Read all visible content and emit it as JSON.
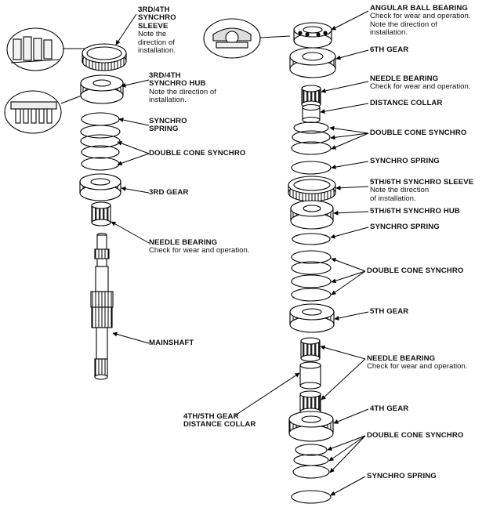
{
  "left": {
    "sleeve": {
      "title": [
        "3RD/4TH",
        "SYNCHRO",
        "SLEEVE"
      ],
      "note": [
        "Note the",
        "direction of",
        "installation."
      ]
    },
    "hub": {
      "title": [
        "3RD/4TH",
        "SYNCHRO HUB"
      ],
      "note": [
        "Note the direction of",
        "installation."
      ]
    },
    "spring": {
      "title": [
        "SYNCHRO",
        "SPRING"
      ]
    },
    "double_cone": {
      "title": "DOUBLE CONE SYNCHRO"
    },
    "gear3": {
      "title": "3RD GEAR"
    },
    "needle": {
      "title": "NEEDLE BEARING",
      "note": "Check for wear and operation."
    },
    "mainshaft": {
      "title": "MAINSHAFT"
    }
  },
  "right": {
    "ball_bearing": {
      "title": "ANGULAR BALL BEARING",
      "note": [
        "Check for wear and operation.",
        "Note the direction of",
        "installation."
      ]
    },
    "gear6": {
      "title": "6TH GEAR"
    },
    "needle1": {
      "title": "NEEDLE BEARING",
      "note": "Check for wear and operation."
    },
    "collar": {
      "title": "DISTANCE COLLAR"
    },
    "double_cone1": {
      "title": "DOUBLE CONE SYNCHRO"
    },
    "spring1": {
      "title": "SYNCHRO SPRING"
    },
    "sleeve56": {
      "title": "5TH/6TH SYNCHRO SLEEVE",
      "note": [
        "Note the direction",
        "of installation."
      ]
    },
    "hub56": {
      "title": "5TH/6TH SYNCHRO HUB"
    },
    "spring2": {
      "title": "SYNCHRO SPRING"
    },
    "double_cone2": {
      "title": "DOUBLE CONE SYNCHRO"
    },
    "gear5": {
      "title": "5TH GEAR"
    },
    "needle2": {
      "title": "NEEDLE BEARING",
      "note": "Check for wear and operation."
    },
    "collar45": {
      "title": [
        "4TH/5TH GEAR",
        "DISTANCE COLLAR"
      ]
    },
    "gear4": {
      "title": "4TH GEAR"
    },
    "double_cone3": {
      "title": "DOUBLE CONE SYNCHRO"
    },
    "spring3": {
      "title": "SYNCHRO SPRING"
    }
  }
}
